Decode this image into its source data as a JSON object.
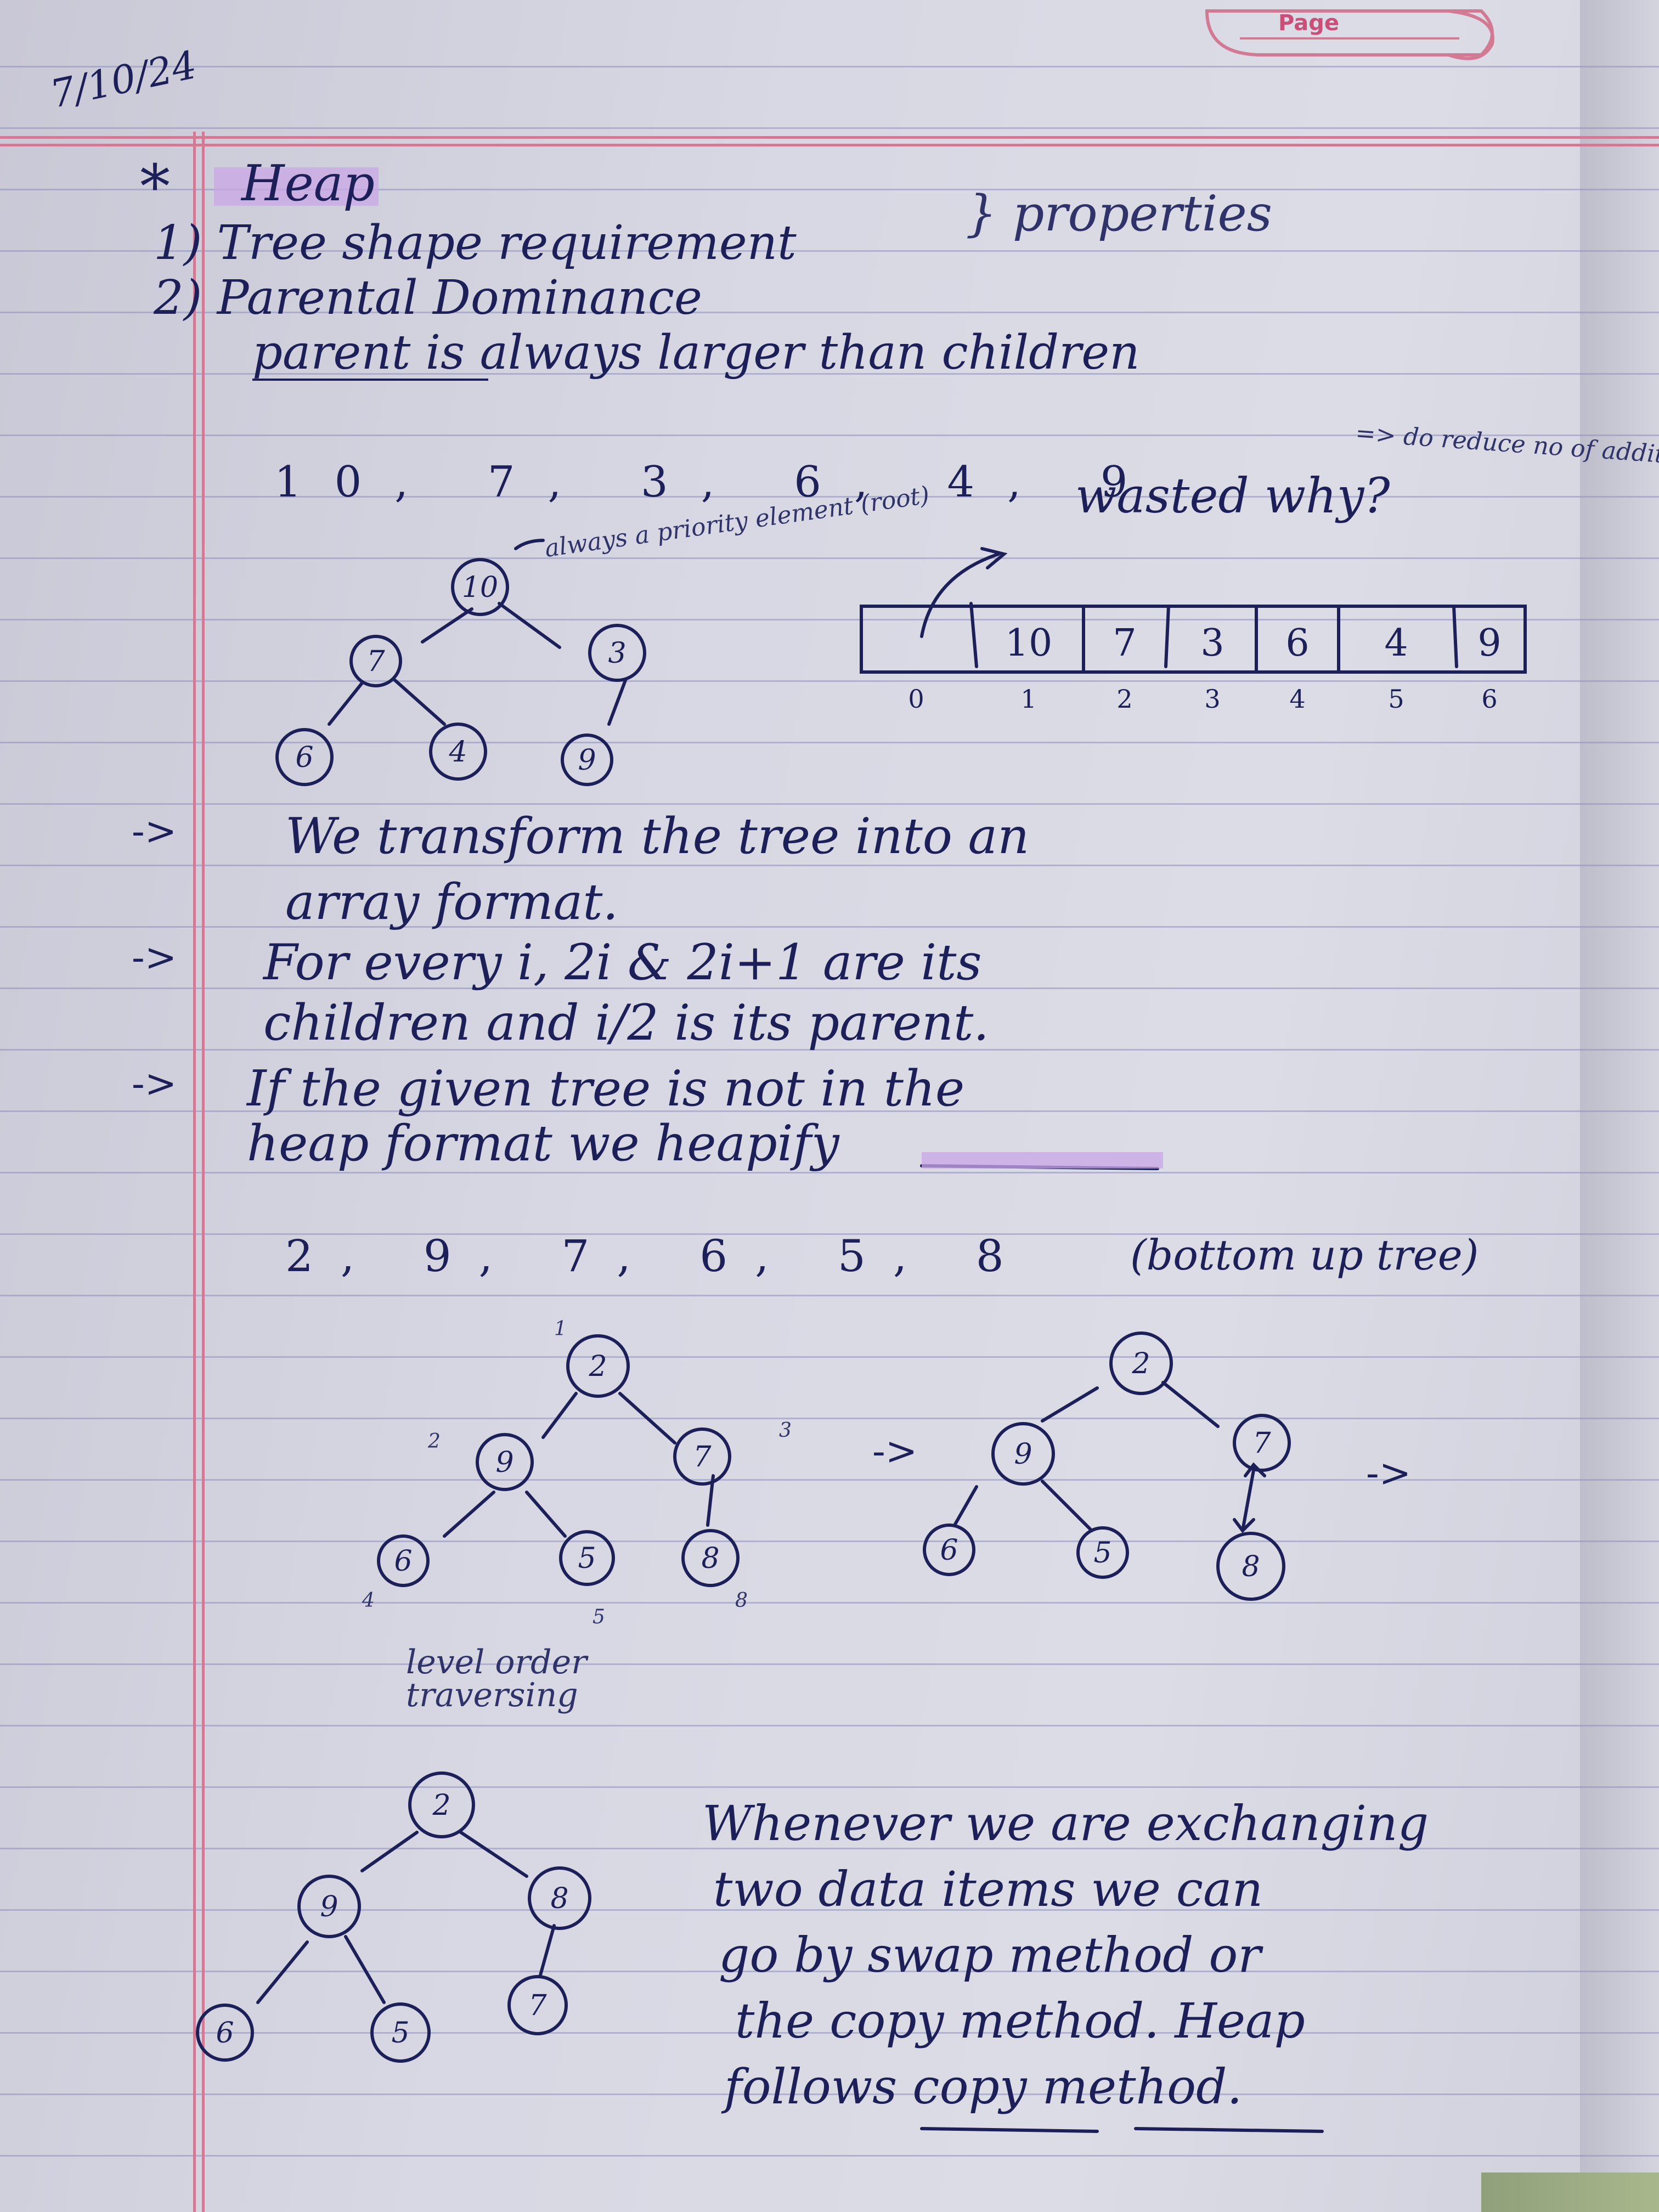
{
  "header": {
    "date": "7/10/24",
    "page_label": "Page"
  },
  "lines": {
    "title": "Heap",
    "prop1": "1) Tree shape requirement",
    "properties_brace": "} properties",
    "prop2": "2) Parental Dominance",
    "prop2_note": "parent is always larger than children",
    "seq1": "10, 7, 3, 6, 4, 9",
    "root_note": "always a priority element (root)",
    "wasted_note": "wasted why?",
    "side_note": "=> do reduce no of addition",
    "bullet1_a": "We transform the tree into an",
    "bullet1_b": "array format.",
    "bullet2_a": "For every i, 2i & 2i+1 are its",
    "bullet2_b": "children and i/2 is its parent.",
    "bullet3_a": "If the given tree is not in the",
    "bullet3_b": "heap format we heapify",
    "seq2": "2, 9, 7, 6, 5, 8",
    "bottom_up": "(bottom up tree)",
    "level_order": "level order traversing",
    "para_1": "Whenever we are exchanging",
    "para_2": "two data items we can",
    "para_3": "go by swap method or",
    "para_4": "the copy method. Heap",
    "para_5": "follows copy method."
  },
  "array": {
    "cells": [
      "",
      "10",
      "7",
      "3",
      "6",
      "4",
      "9"
    ],
    "indices": [
      "0",
      "1",
      "2",
      "3",
      "4",
      "5",
      "6"
    ]
  },
  "tree1": {
    "nodes": [
      "10",
      "7",
      "3",
      "6",
      "4",
      "9"
    ]
  },
  "tree2": {
    "nodes": [
      "2",
      "9",
      "7",
      "6",
      "5",
      "8"
    ],
    "positions": [
      "1",
      "2",
      "3",
      "4",
      "5",
      "8"
    ]
  },
  "tree3": {
    "nodes": [
      "2",
      "9",
      "7",
      "6",
      "5",
      "8"
    ]
  },
  "tree4": {
    "nodes": [
      "2",
      "9",
      "8",
      "6",
      "5",
      "7"
    ]
  },
  "arrows": {
    "bullet": "->",
    "right": "->",
    "between": "->"
  },
  "colors": {
    "ink": "#1d1f58",
    "highlight": "#c9a7e6",
    "margin": "#d27a94",
    "rule": "#8e90b8"
  }
}
